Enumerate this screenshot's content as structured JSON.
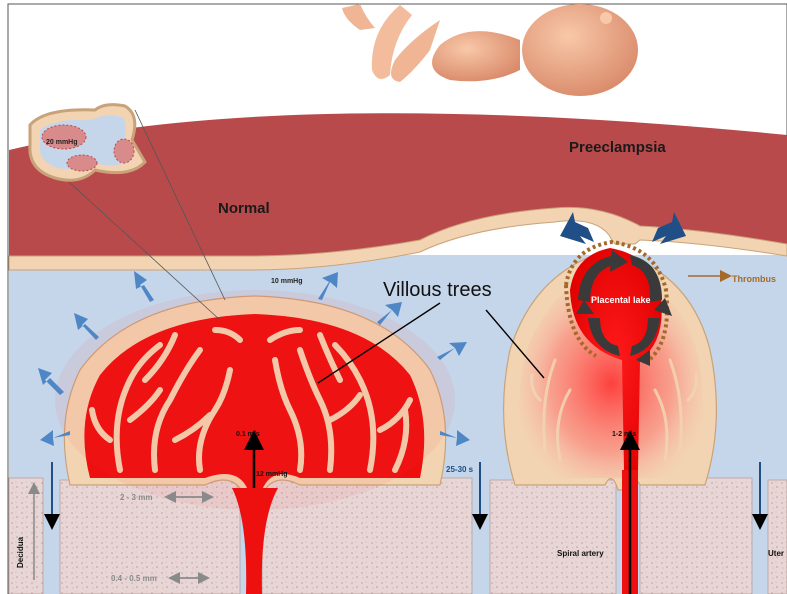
{
  "labels": {
    "normal": "Normal",
    "preeclampsia": "Preeclampsia",
    "villous_trees": "Villous trees",
    "thrombus": "Thrombus",
    "placental_lake": "Placental lake",
    "pressure_inset": "20 mmHg",
    "pressure_intervillous": "10 mmHg",
    "pressure_artery": "12 mmHg",
    "velocity_normal": "0.1 m/s",
    "velocity_preeclampsia": "1-2 m/s",
    "transit_time": "25-30 s",
    "width_villi_gap": "2 - 3 mm",
    "width_artery": "0.4 - 0.5 mm",
    "spiral_artery": "Spiral artery",
    "decidua": "Decidua",
    "uterine_cut": "Uter"
  },
  "colors": {
    "uterine_wall": "#b94a4c",
    "intervillous_space": "#c5d6ea",
    "membrane": "#f2d4b2",
    "maternal_blood": "#ee0f0f",
    "decidua_tissue": "#e8d6d6",
    "flow_arrow_normal": "#4f86c6",
    "flow_arrow_preeclampsia": "#1f4f86",
    "thrombus": "#a56a2a",
    "swirl_arrow": "#3a3a3a"
  }
}
